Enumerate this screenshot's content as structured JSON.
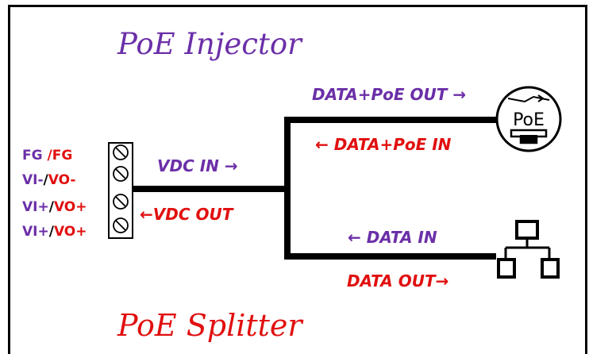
{
  "titles": {
    "injector": "PoE Injector",
    "splitter": "PoE Splitter"
  },
  "pins": [
    {
      "left": "FG",
      "sep": " /",
      "right": "FG"
    },
    {
      "left": "VI-",
      "sep": "/",
      "right": "VO-"
    },
    {
      "left": "VI+",
      "sep": "/",
      "right": "VO+"
    },
    {
      "left": "VI+",
      "sep": "/",
      "right": "VO+"
    }
  ],
  "labels": {
    "vdc_in": "VDC IN →",
    "vdc_out": "←VDC OUT",
    "data_poe_out": "DATA+PoE OUT →",
    "data_poe_in": "← DATA+PoE IN",
    "data_in": "← DATA IN",
    "data_out": "DATA OUT→"
  },
  "icons": {
    "poe_text": "PoE"
  },
  "colors": {
    "purple": "#6b2fa8",
    "red": "#e10f0f",
    "line": "#000000"
  }
}
